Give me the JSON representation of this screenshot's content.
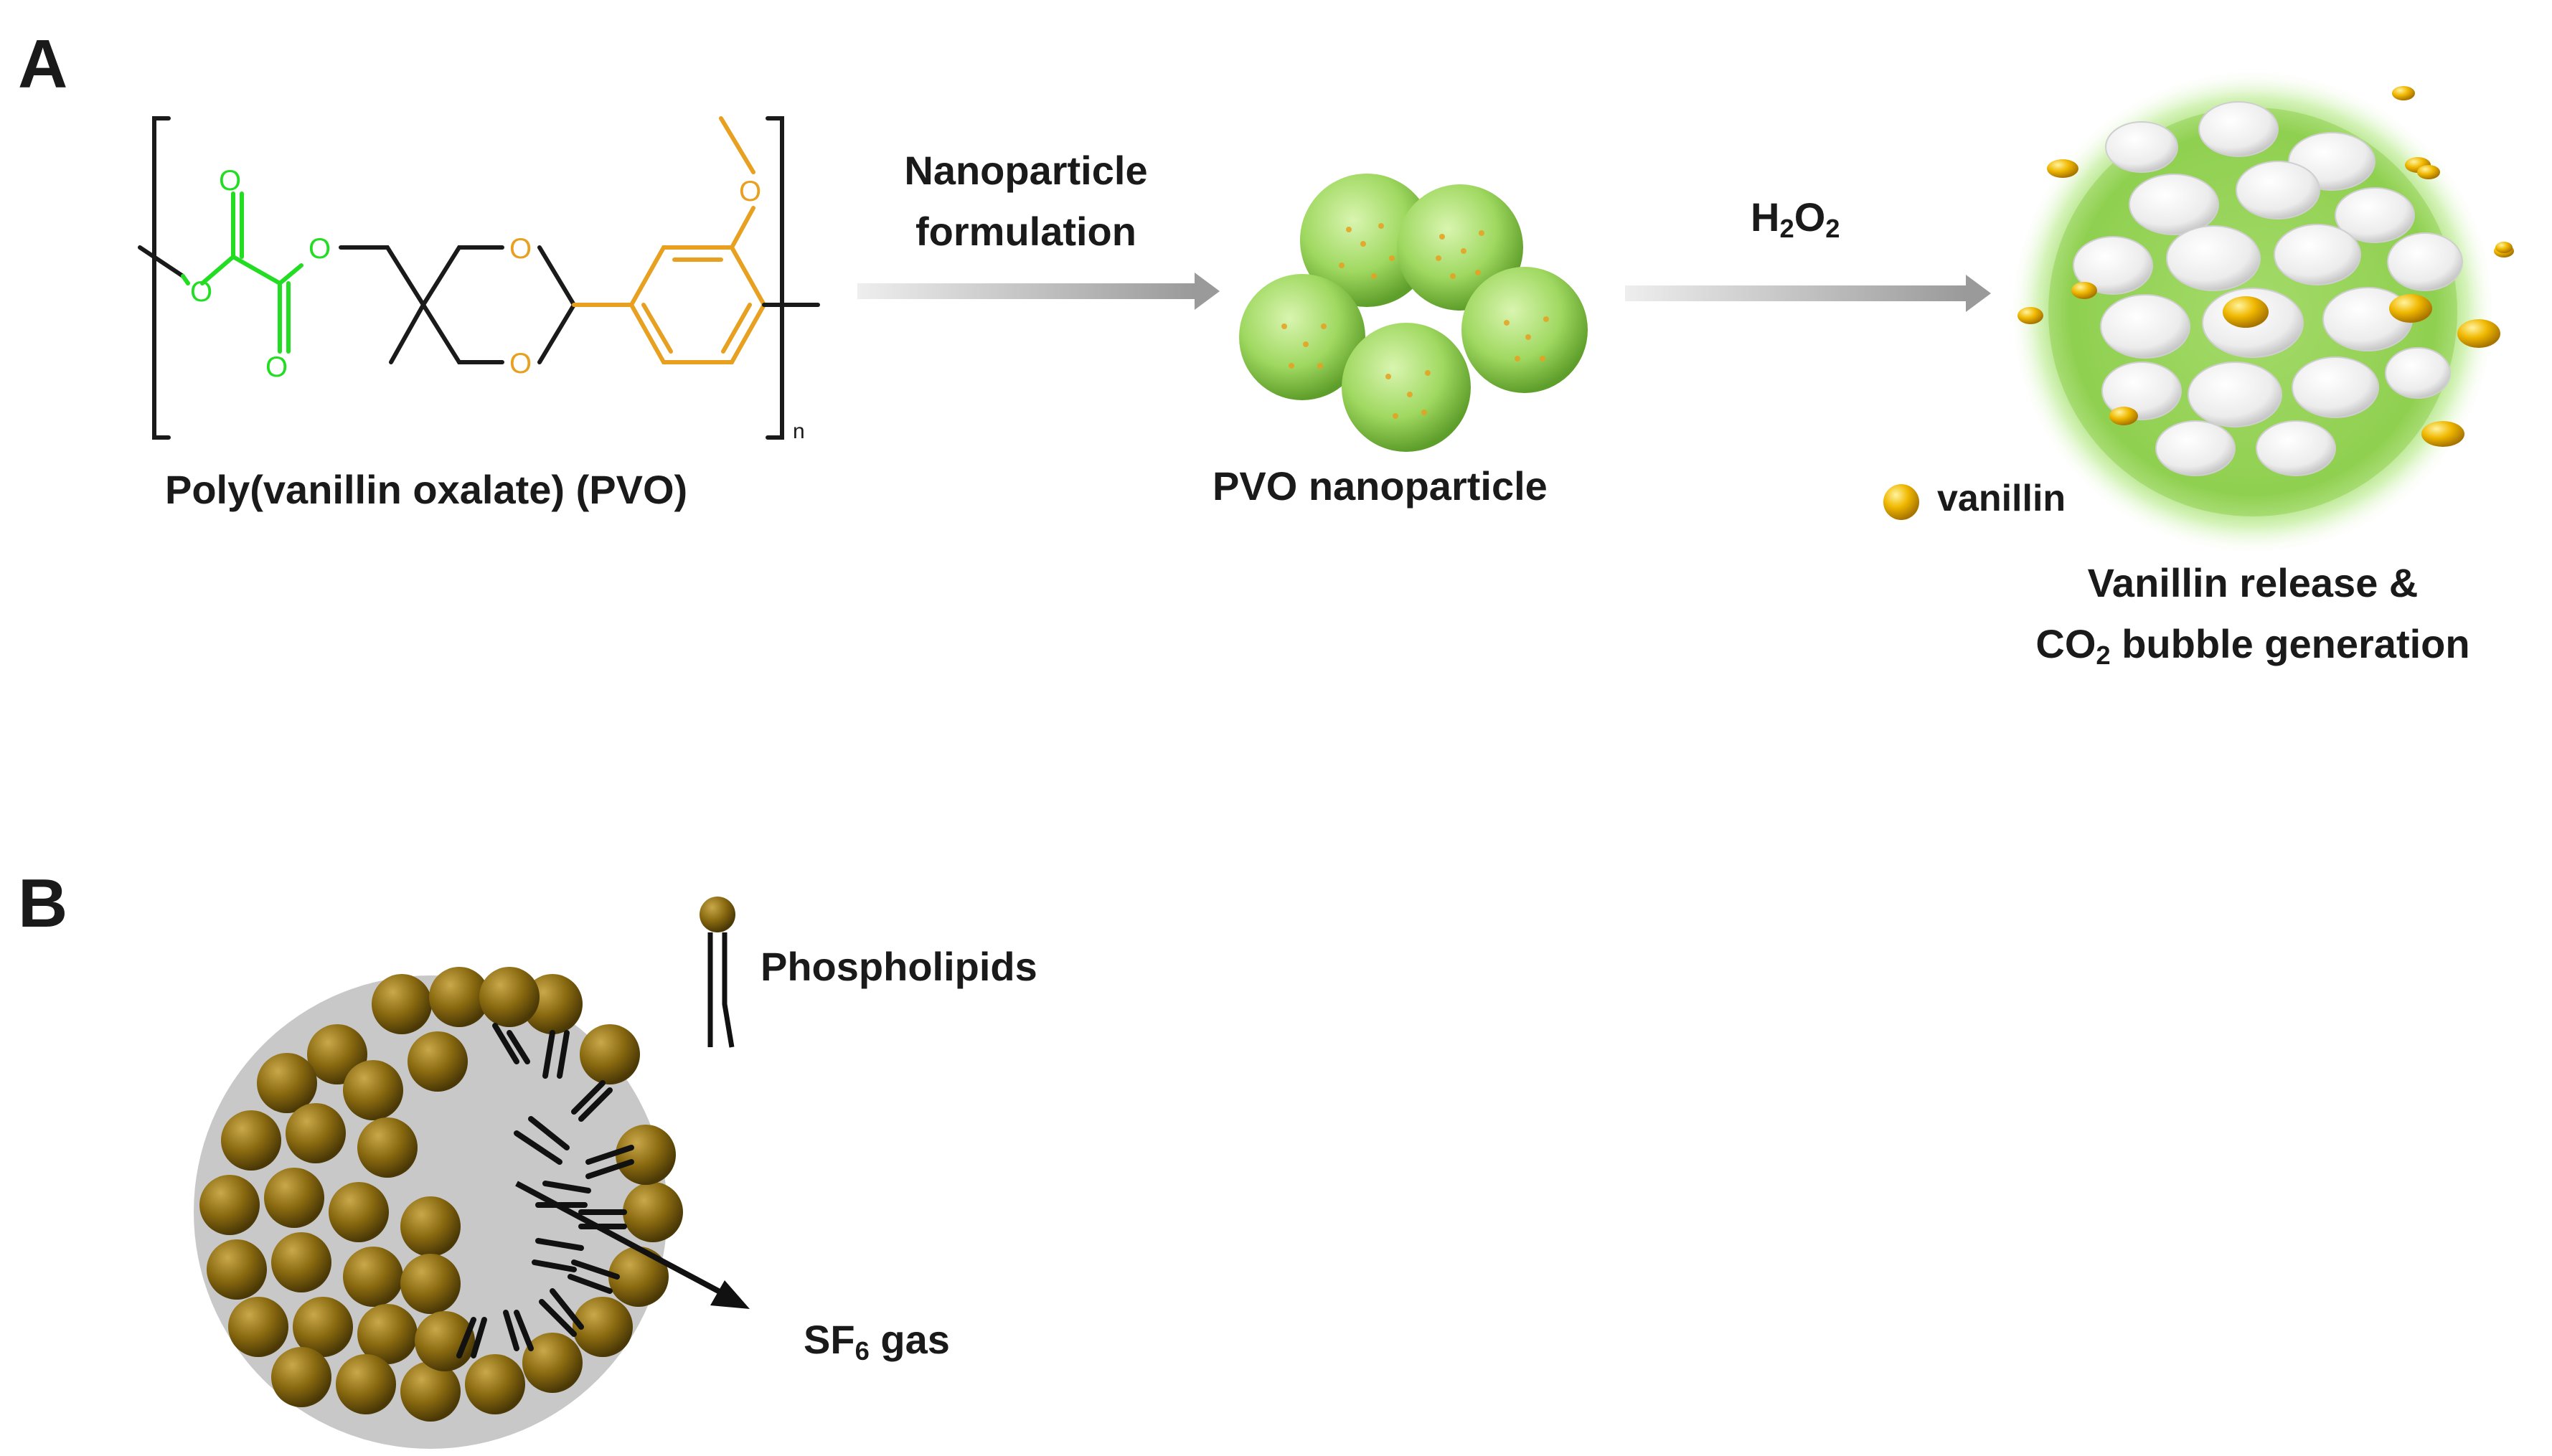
{
  "panels": {
    "a": "A",
    "b": "B"
  },
  "structure": {
    "name": "Poly(vanillin  oxalate) (PVO)",
    "repeat_subscript": "n",
    "atom_o": "O",
    "colors": {
      "oxalate": "#22dd22",
      "vanillin": "#e8a020",
      "backbone": "#1a1a1a"
    }
  },
  "arrow1": {
    "line1": "Nanoparticle",
    "line2": "formulation"
  },
  "nanoparticle": {
    "label": "PVO nanoparticle",
    "color": "#9fd860",
    "dot_color": "#e8a020"
  },
  "arrow2": {
    "reagent_main": "H",
    "reagent_sub1": "2",
    "reagent_mid": "O",
    "reagent_sub2": "2"
  },
  "release": {
    "legend": "vanillin",
    "line1": "Vanillin  release &",
    "line2_prefix": "CO",
    "line2_sub": "2",
    "line2_suffix": " bubble generation",
    "glow_color": "#8fd050",
    "bubble_color": "#f0f0f0",
    "vanillin_color": "#f0b800"
  },
  "microbubble": {
    "phospholipid_label": "Phospholipids",
    "gas_prefix": "SF",
    "gas_sub": "6",
    "gas_suffix": " gas",
    "head_color": "#8a6a10",
    "core_color": "#c8c8c8"
  }
}
